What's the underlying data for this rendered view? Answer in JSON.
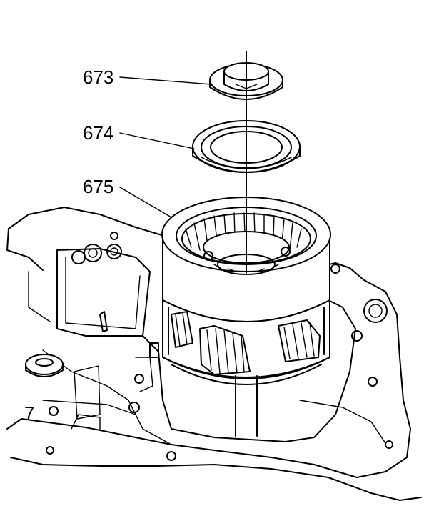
{
  "callouts": [
    {
      "id": "673",
      "label": "673"
    },
    {
      "id": "674",
      "label": "674"
    },
    {
      "id": "675",
      "label": "675"
    }
  ],
  "edge_label": "7",
  "colors": {
    "line": "#000000",
    "background": "#ffffff"
  }
}
